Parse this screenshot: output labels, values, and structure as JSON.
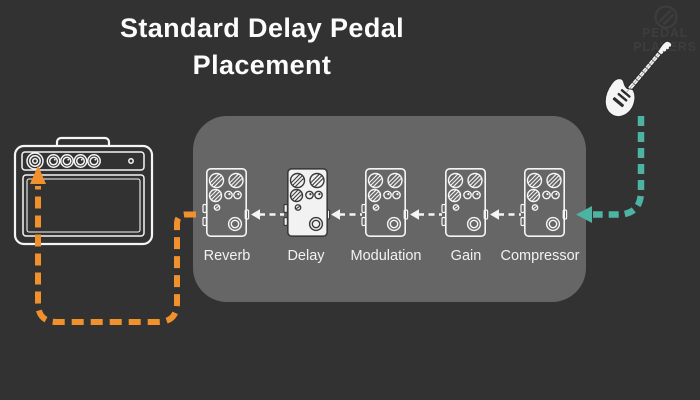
{
  "title": {
    "line1": "Standard Delay Pedal",
    "line2": "Placement"
  },
  "watermark": {
    "line1": "PEDAL",
    "line2": "PLAYERS",
    "icon": "knob-circle-icon"
  },
  "diagram": {
    "type": "guitar-signal-chain",
    "flow": [
      "Electric Guitar",
      "Compressor",
      "Gain",
      "Modulation",
      "Delay",
      "Reverb",
      "Amplifier"
    ],
    "highlighted_pedal": "Delay"
  },
  "pedals": [
    {
      "label": "Reverb",
      "highlighted": false
    },
    {
      "label": "Delay",
      "highlighted": true
    },
    {
      "label": "Modulation",
      "highlighted": false
    },
    {
      "label": "Gain",
      "highlighted": false
    },
    {
      "label": "Compressor",
      "highlighted": false
    }
  ],
  "icons": {
    "left": "amplifier-icon",
    "right": "electric-guitar-icon",
    "repeated": "effects-pedal-icon"
  },
  "colors": {
    "background": "#323232",
    "board": "#666666",
    "lineart": "#f5f5f5",
    "guitar-cable": "#4db3a3",
    "amp-cable": "#f0912d",
    "highlight-fill": "#f2f2f2",
    "highlight-stroke": "#3a3a3a",
    "watermark": "#3d3d3d",
    "label-text": "#f2f2f2",
    "title-text": "#fcfcfc"
  }
}
